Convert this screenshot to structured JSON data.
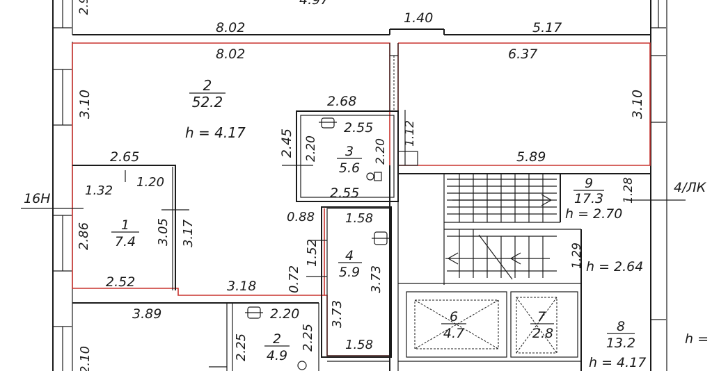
{
  "colors": {
    "line": "#1a1a1a",
    "highlight": "#c8322d",
    "background": "#ffffff"
  },
  "top": {
    "d_2_9": "2.9",
    "d_4_97": "4.97",
    "d_8_02": "8.02",
    "d_1_40": "1.40",
    "d_5_17": "5.17"
  },
  "room2": {
    "number": "2",
    "area": "52.2",
    "height": "h = 4.17",
    "d_top": "8.02",
    "d_left": "3.10",
    "d_2_65": "2.65",
    "d_2_68": "2.68",
    "d_2_45": "2.45"
  },
  "right_room": {
    "d_6_37": "6.37",
    "d_3_10": "3.10",
    "d_5_89": "5.89",
    "d_1_12": "1.12"
  },
  "room3": {
    "number": "3",
    "area": "5.6",
    "d_2_55_top": "2.55",
    "d_2_20_left": "2.20",
    "d_2_20_right": "2.20",
    "d_2_55_bottom": "2.55"
  },
  "room1": {
    "number": "1",
    "area": "7.4",
    "d_1_32": "1.32",
    "d_1_20": "1.20",
    "d_2_86": "2.86",
    "d_3_05": "3.05",
    "d_3_17": "3.17",
    "d_2_52": "2.52",
    "marker": "16H"
  },
  "corridor": {
    "d_3_18": "3.18",
    "d_0_88": "0.88",
    "d_1_52": "1.52",
    "d_0_72": "0.72"
  },
  "room4": {
    "number": "4",
    "area": "5.9",
    "d_1_58_top": "1.58",
    "d_3_73_right": "3.73",
    "d_3_73_left": "3.73",
    "d_1_58_bottom": "1.58"
  },
  "room9": {
    "number": "9",
    "area": "17.3",
    "height": "h = 2.70",
    "d_1_28": "1.28",
    "marker": "4/ЛК"
  },
  "stairs_lower": {
    "d_1_29": "1.29",
    "height": "h = 2.64"
  },
  "room6": {
    "number": "6",
    "area": "4.7"
  },
  "room7": {
    "number": "7",
    "area": "2.8"
  },
  "room8": {
    "number": "8",
    "area": "13.2",
    "height": "h = 4.17",
    "edge_height": "h ="
  },
  "bottom_left": {
    "d_3_89": "3.89",
    "d_2_10": "2.10"
  },
  "room2b": {
    "number": "2",
    "area": "4.9",
    "d_2_20": "2.20",
    "d_2_25_left": "2.25",
    "d_2_25_right": "2.25"
  }
}
